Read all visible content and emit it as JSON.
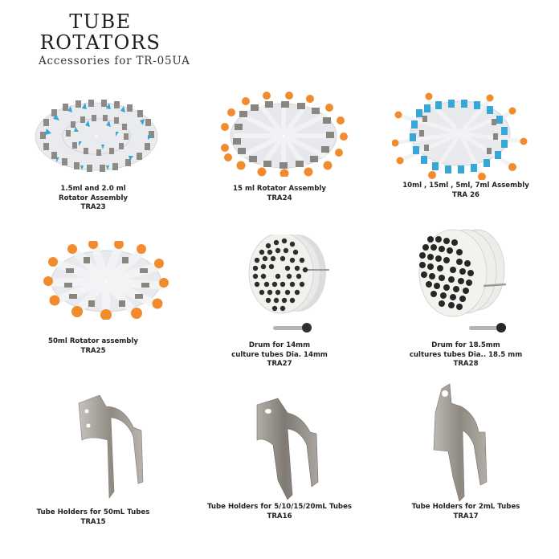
{
  "header": {
    "title_line1": "TUBE",
    "title_line2": "ROTATORS",
    "subtitle": "Accessories for TR-05UA"
  },
  "colors": {
    "orange_cap": "#f28a2e",
    "blue_tube": "#3aa6d6",
    "steel": "#9a968f",
    "disc": "#ecedee",
    "drum_cap": "#2b2b2b"
  },
  "products": [
    {
      "lines": [
        "1.5ml and 2.0 ml",
        "Rotator Assembly",
        "TRA23"
      ],
      "image": "rotator-disc-microtubes"
    },
    {
      "lines": [
        "15 ml Rotator Assembly",
        "TRA24"
      ],
      "image": "rotator-disc-15ml"
    },
    {
      "lines": [
        "10ml , 15ml , 5ml,  7ml Assembly",
        "TRA 26"
      ],
      "image": "rotator-disc-multi"
    },
    {
      "lines": [
        "50ml Rotator assembly",
        "TRA25"
      ],
      "image": "rotator-disc-50ml"
    },
    {
      "lines": [
        "Drum for 14mm",
        "culture tubes Dia. 14mm",
        "TRA27"
      ],
      "image": "drum-14mm"
    },
    {
      "lines": [
        "Drum for 18.5mm",
        "cultures tubes Dia.. 18.5 mm",
        "TRA28"
      ],
      "image": "drum-18mm"
    },
    {
      "lines": [
        "Tube Holders for 50mL Tubes",
        "TRA15"
      ],
      "image": "clip-50ml"
    },
    {
      "lines": [
        "Tube Holders for 5/10/15/20mL Tubes",
        "TRA16"
      ],
      "image": "clip-20ml"
    },
    {
      "lines": [
        "Tube Holders for 2mL Tubes",
        "TRA17"
      ],
      "image": "clip-2ml"
    }
  ]
}
